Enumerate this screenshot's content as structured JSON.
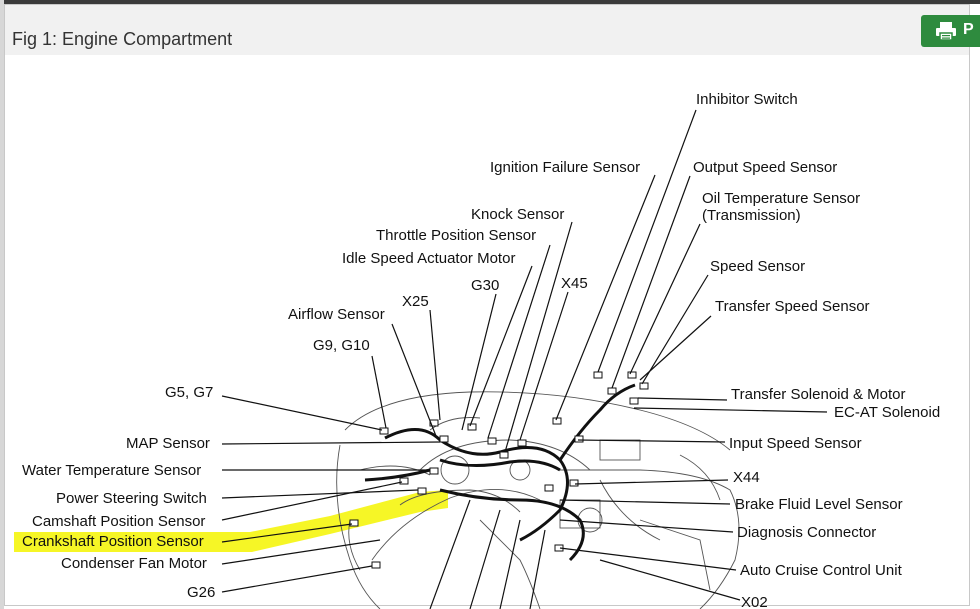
{
  "figure": {
    "title": "Fig 1: Engine Compartment",
    "print_label": "P",
    "print_icon": "printer-icon",
    "highlight_color": "#f4f400",
    "print_button_color": "#2e8b3e"
  },
  "labels": {
    "inhibitor_switch": "Inhibitor Switch",
    "ignition_failure_sensor": "Ignition Failure Sensor",
    "output_speed_sensor": "Output Speed Sensor",
    "oil_temp_sensor_line1": "Oil Temperature Sensor",
    "oil_temp_sensor_line2": "(Transmission)",
    "knock_sensor": "Knock Sensor",
    "throttle_position_sensor": "Throttle Position Sensor",
    "idle_speed_actuator_motor": "Idle Speed Actuator Motor",
    "speed_sensor": "Speed Sensor",
    "g30": "G30",
    "x45": "X45",
    "x25": "X25",
    "airflow_sensor": "Airflow Sensor",
    "transfer_speed_sensor": "Transfer Speed Sensor",
    "g9_g10": "G9, G10",
    "g5_g7": "G5, G7",
    "transfer_solenoid_motor": "Transfer Solenoid & Motor",
    "ec_at_solenoid": "EC-AT Solenoid",
    "map_sensor": "MAP Sensor",
    "input_speed_sensor": "Input Speed Sensor",
    "water_temperature_sensor": "Water Temperature Sensor",
    "x44": "X44",
    "power_steering_switch": "Power Steering Switch",
    "brake_fluid_level_sensor": "Brake Fluid Level Sensor",
    "camshaft_position_sensor": "Camshaft Position Sensor",
    "diagnosis_connector": "Diagnosis Connector",
    "crankshaft_position_sensor": "Crankshaft Position Sensor",
    "condenser_fan_motor": "Condenser Fan Motor",
    "auto_cruise_control_unit": "Auto Cruise Control Unit",
    "g26": "G26",
    "x02": "X02"
  }
}
